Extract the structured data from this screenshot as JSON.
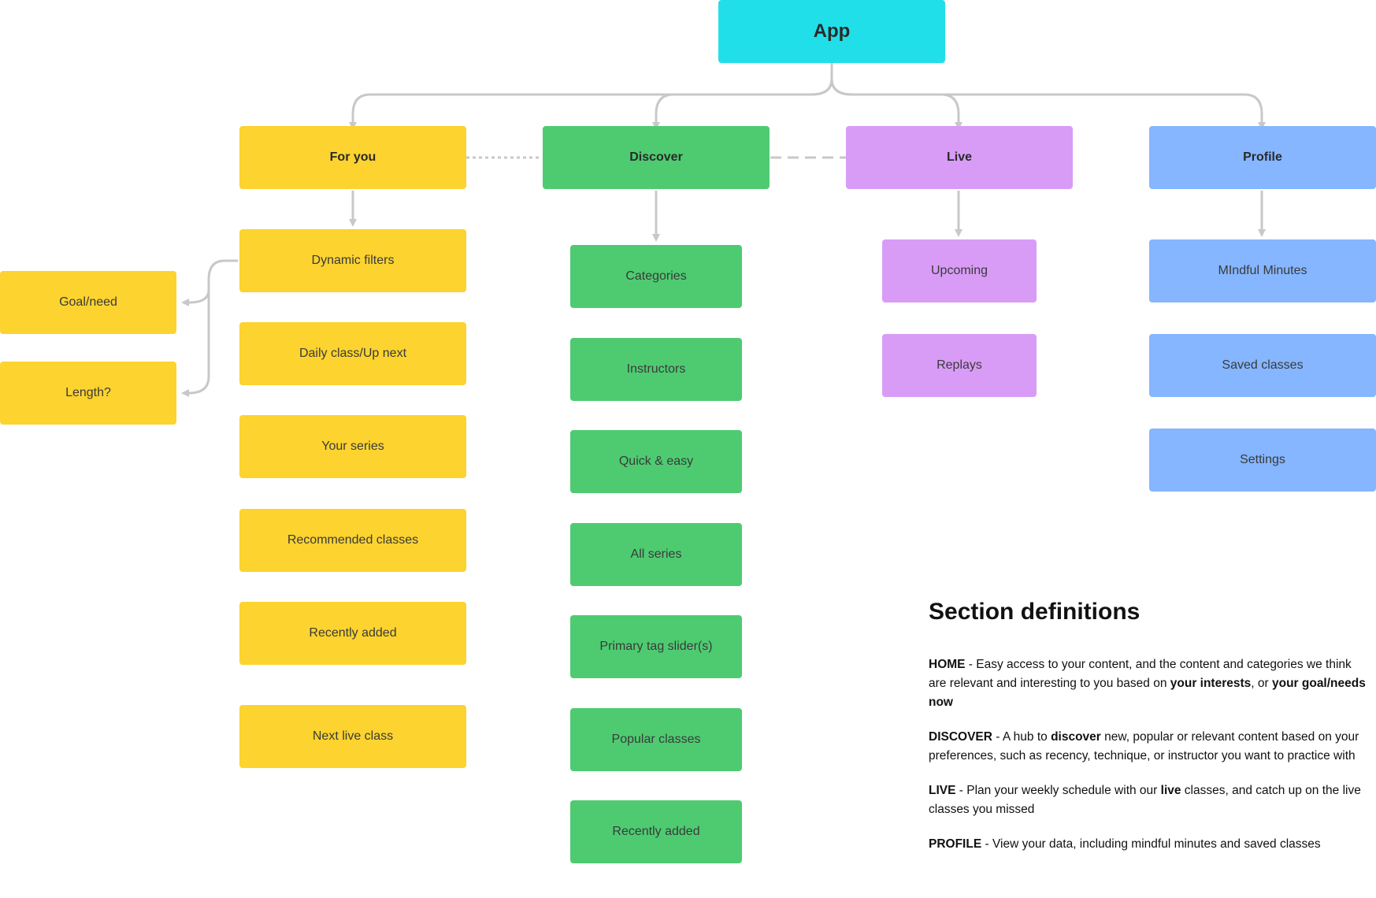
{
  "root": {
    "label": "App"
  },
  "columns": [
    {
      "header": "For you",
      "items": [
        "Dynamic filters",
        "Daily class/Up next",
        "Your series",
        "Recommended classes",
        "Recently added",
        "Next live class"
      ],
      "sub_items": [
        "Goal/need",
        "Length?"
      ]
    },
    {
      "header": "Discover",
      "items": [
        "Categories",
        "Instructors",
        "Quick & easy",
        "All series",
        "Primary tag slider(s)",
        "Popular classes",
        "Recently added"
      ]
    },
    {
      "header": "Live",
      "items": [
        "Upcoming",
        "Replays"
      ]
    },
    {
      "header": "Profile",
      "items": [
        "MIndful Minutes",
        "Saved classes",
        "Settings"
      ]
    }
  ],
  "definitions": {
    "title": "Section definitions",
    "home": {
      "term": "HOME",
      "t1": " - Easy access to your content, and the content and categories we think are relevant and interesting to you based on ",
      "b1": "your interests",
      "t2": ", or ",
      "b2": "your goal/needs now"
    },
    "discover": {
      "term": "DISCOVER",
      "t1": " -  A hub to ",
      "b1": "discover",
      "t2": " new, popular or relevant content based on your preferences, such as recency, technique, or instructor you want to practice with"
    },
    "live": {
      "term": "LIVE",
      "t1": " -  Plan your weekly schedule with our ",
      "b1": "live",
      "t2": " classes, and catch up on the live classes you missed"
    },
    "profile": {
      "term": "PROFILE",
      "t1": " - View your data, including mindful minutes and saved classes"
    }
  },
  "colors": {
    "root": "#21dfe8",
    "for_you": "#fcd32f",
    "discover": "#4ecb71",
    "live": "#d89cf6",
    "profile": "#85b6ff",
    "connector": "#c8c8c8"
  }
}
